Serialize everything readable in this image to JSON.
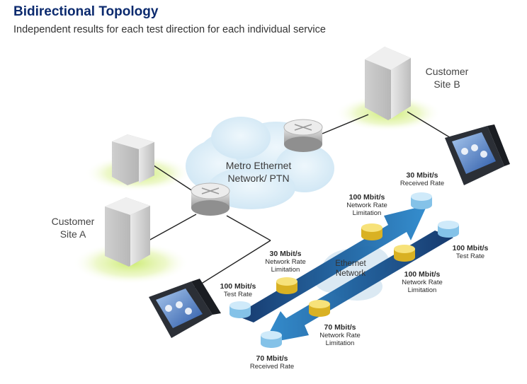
{
  "header": {
    "title": "Bidirectional Topology",
    "subtitle": "Independent results for each test direction for each individual service"
  },
  "sites": {
    "a": [
      "Customer",
      "Site A"
    ],
    "b": [
      "Customer",
      "Site B"
    ]
  },
  "clouds": {
    "metro": [
      "Metro Ethernet",
      "Network/ PTN"
    ],
    "ethernet": [
      "Ethernet",
      "Network"
    ]
  },
  "labels": {
    "upper_test_rate": [
      "100 Mbit/s",
      "Test Rate"
    ],
    "upper_limit_a": [
      "30 Mbit/s",
      "Network Rate",
      "Limitation"
    ],
    "upper_limit_b": [
      "100 Mbit/s",
      "Network Rate",
      "Limitation"
    ],
    "upper_received": [
      "30 Mbit/s",
      "Received Rate"
    ],
    "lower_test_rate": [
      "100 Mbit/s",
      "Test Rate"
    ],
    "lower_limit_b": [
      "100 Mbit/s",
      "Network Rate",
      "Limitation"
    ],
    "lower_limit_a": [
      "70 Mbit/s",
      "Network Rate",
      "Limitation"
    ],
    "lower_received": [
      "70 Mbit/s",
      "Received Rate"
    ]
  },
  "colors": {
    "title": "#0b2a6e",
    "arrow_dark": "#0d3b78",
    "arrow_light": "#2f8fd0",
    "node_yellow": "#f3d24a",
    "node_blue": "#a9d8f3",
    "glow": "#c9ea6a"
  }
}
